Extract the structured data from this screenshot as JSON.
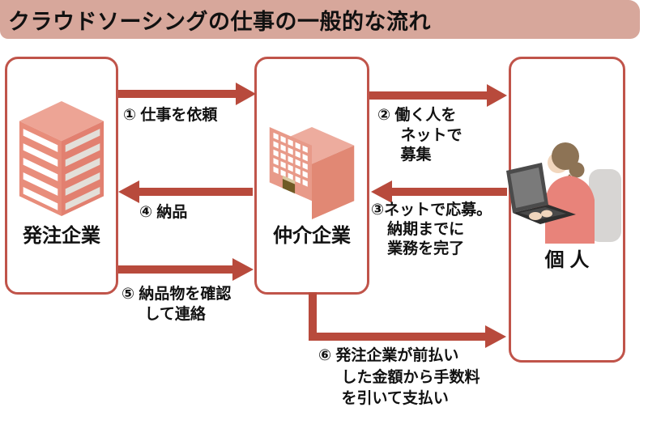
{
  "title": "クラウドソーシングの仕事の一般的な流れ",
  "entities": {
    "orderer": {
      "name": "発注企業",
      "icon": "tower-building-icon"
    },
    "intermediary": {
      "name": "仲介企業",
      "icon": "cube-building-icon"
    },
    "individual": {
      "name": "個 人",
      "icon": "person-at-laptop-icon"
    }
  },
  "steps": [
    {
      "num": "①",
      "label": "① 仕事を依頼",
      "from": "orderer",
      "to": "intermediary"
    },
    {
      "num": "②",
      "label": "② 働く人を\nネットで\n募集",
      "from": "intermediary",
      "to": "individual"
    },
    {
      "num": "③",
      "label": "③ネットで応募。\n納期までに\n業務を完了",
      "from": "individual",
      "to": "intermediary"
    },
    {
      "num": "④",
      "label": "④ 納品",
      "from": "intermediary",
      "to": "orderer"
    },
    {
      "num": "⑤",
      "label": "⑤ 納品物を確認\nして連絡",
      "from": "orderer",
      "to": "intermediary"
    },
    {
      "num": "⑥",
      "label": "⑥ 発注企業が前払い\nした金額から手数料\nを引いて支払い",
      "from": "intermediary",
      "to": "individual"
    }
  ],
  "colors": {
    "title_bar_bg": "#d7a79b",
    "box_border_red": "#c0544a",
    "arrow_red": "#b84a3c",
    "building_top": "#edac9e",
    "building_front": "#e88d7b",
    "building_side": "#e28070",
    "person_shirt": "#e8837a",
    "person_hair": "#8d7355",
    "person_skin": "#f1d6bd",
    "laptop_dark": "#4b4b4b",
    "chair_gray": "#d7d5d3",
    "text_black": "#111111"
  }
}
